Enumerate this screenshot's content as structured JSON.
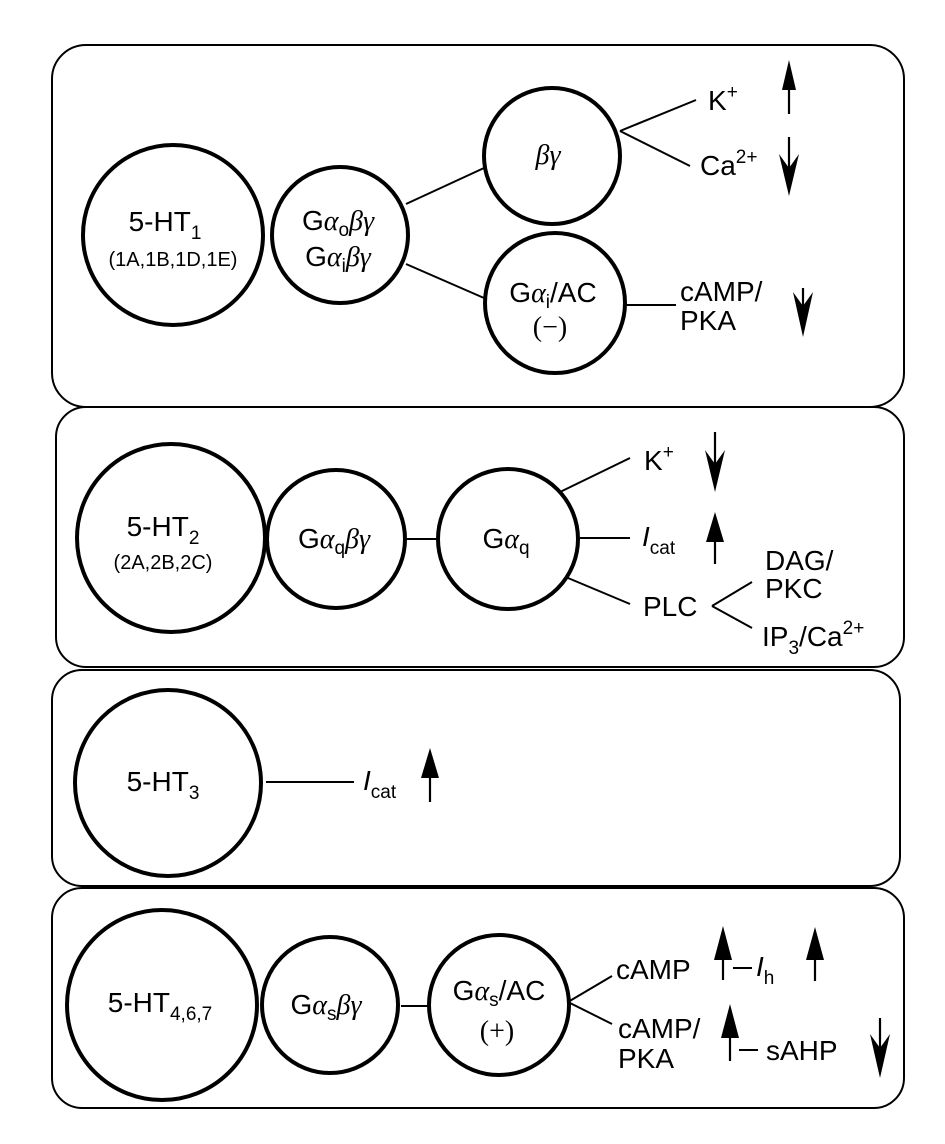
{
  "colors": {
    "stroke": "#000000",
    "background": "#ffffff"
  },
  "panels": [
    {
      "id": "5ht1",
      "receptor": {
        "name": "5-HT",
        "subscript": "1",
        "subtypes": "(1A,1B,1D,1E)"
      },
      "g_protein": {
        "line1": {
          "prefix": "G",
          "alpha": "α",
          "sub": "o",
          "bg": "βγ"
        },
        "line2": {
          "prefix": "G",
          "alpha": "α",
          "sub": "i",
          "bg": "βγ"
        }
      },
      "beta_gamma": {
        "label": "βγ"
      },
      "effector": {
        "prefix": "G",
        "alpha": "α",
        "sub": "i",
        "suffix": "/AC",
        "sign": "(−)"
      },
      "outputs": [
        {
          "label": "K",
          "sup": "+",
          "direction": "up"
        },
        {
          "label": "Ca",
          "sup": "2+",
          "direction": "down"
        },
        {
          "label_line1": "cAMP/",
          "label_line2": "PKA",
          "direction": "down"
        }
      ]
    },
    {
      "id": "5ht2",
      "receptor": {
        "name": "5-HT",
        "subscript": "2",
        "subtypes": "(2A,2B,2C)"
      },
      "g_protein": {
        "prefix": "G",
        "alpha": "α",
        "sub": "q",
        "bg": "βγ"
      },
      "effector": {
        "prefix": "G",
        "alpha": "α",
        "sub": "q"
      },
      "outputs": [
        {
          "label": "K",
          "sup": "+",
          "direction": "down"
        },
        {
          "label": "I",
          "sub": "cat",
          "direction": "up"
        },
        {
          "label": "PLC"
        }
      ],
      "plc_outputs": [
        {
          "line1": "DAG/",
          "line2": "PKC"
        },
        {
          "label": "IP",
          "sub": "3",
          "rest": "/Ca",
          "sup": "2+"
        }
      ]
    },
    {
      "id": "5ht3",
      "receptor": {
        "name": "5-HT",
        "subscript": "3"
      },
      "outputs": [
        {
          "label": "I",
          "sub": "cat",
          "direction": "up"
        }
      ]
    },
    {
      "id": "5ht467",
      "receptor": {
        "name": "5-HT",
        "subscript": "4,6,7"
      },
      "g_protein": {
        "prefix": "G",
        "alpha": "α",
        "sub": "s",
        "bg": "βγ"
      },
      "effector": {
        "prefix": "G",
        "alpha": "α",
        "sub": "s",
        "suffix": "/AC",
        "sign": "(+)"
      },
      "outputs": [
        {
          "label": "cAMP",
          "direction": "up",
          "target": {
            "label": "I",
            "sub": "h",
            "direction": "up"
          }
        },
        {
          "label_line1": "cAMP/",
          "label_line2": "PKA",
          "direction": "up",
          "target": {
            "label": "sAHP",
            "direction": "down"
          }
        }
      ]
    }
  ]
}
